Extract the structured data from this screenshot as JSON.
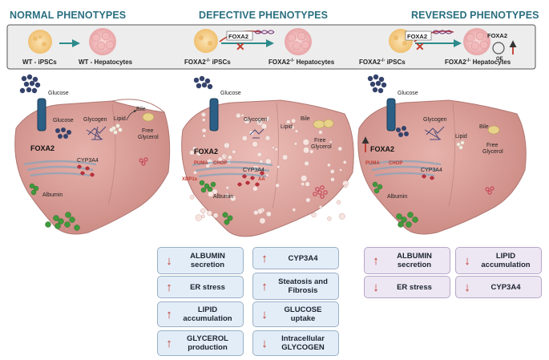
{
  "titles": {
    "normal": "NORMAL PHENOTYPES",
    "defective": "DEFECTIVE PHENOTYPES",
    "reversed": "REVERSED PHENOTYPES"
  },
  "top_bar": {
    "wt_ipscs": "WT - iPSCs",
    "wt_hepatocytes": "WT - Hepatocytes",
    "foxa2": "FOXA2",
    "ko_ipscs_base": "FOXA2",
    "ko_sup": "-/-",
    "ko_ipscs_suffix": " iPSCs",
    "ko_hep_suffix": " Hepatocytes",
    "oe": "OE"
  },
  "liver_labels": {
    "glucose": "Glucose",
    "glycogen": "Glycogen",
    "lipid": "Lipid",
    "bile": "Bile",
    "free": "Free",
    "glycerol": "Glycerol",
    "foxa2": "FOXA2",
    "cyp3a4": "CYP3A4",
    "albumin": "Albumin",
    "puma": "PUMA",
    "chop": "CHOP",
    "xbp1s": "XBP1s",
    "aa": "AA"
  },
  "defective_boxes": [
    {
      "arrow": "down",
      "label": "ALBUMIN secretion"
    },
    {
      "arrow": "up",
      "label": "CYP3A4"
    },
    {
      "arrow": "up",
      "label": "ER stress"
    },
    {
      "arrow": "up",
      "label": "Steatosis and Fibrosis"
    },
    {
      "arrow": "up",
      "label": "LIPID accumulation"
    },
    {
      "arrow": "down",
      "label": "GLUCOSE uptake"
    },
    {
      "arrow": "up",
      "label": "GLYCEROL production"
    },
    {
      "arrow": "down",
      "label": "Intracellular GLYCOGEN"
    }
  ],
  "reversed_boxes": [
    {
      "arrow": "up",
      "label": "ALBUMIN secretion"
    },
    {
      "arrow": "down",
      "label": "LIPID accumulation"
    },
    {
      "arrow": "down",
      "label": "ER stress"
    },
    {
      "arrow": "down",
      "label": "CYP3A4"
    }
  ],
  "arrow_glyphs": {
    "up": "↑",
    "down": "↓"
  },
  "colors": {
    "title": "#2a6f80",
    "box_blue": "#e3edf8",
    "box_purple": "#ede6f3",
    "arrow_red": "#c0392b",
    "liver": "#d99a93",
    "liver_defective": "#e2aba6",
    "liver_reversed": "#dba19c"
  }
}
